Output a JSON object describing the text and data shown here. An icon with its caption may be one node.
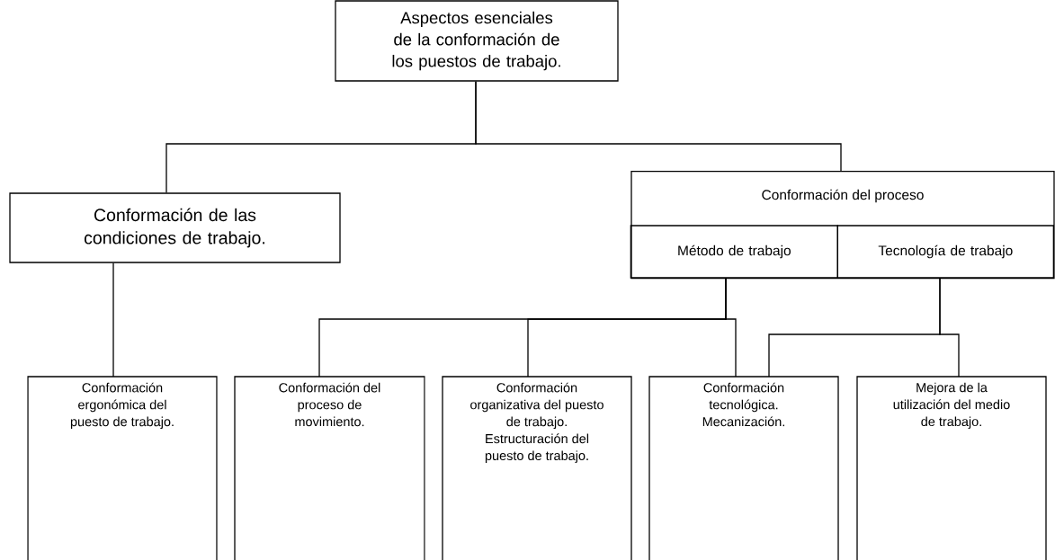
{
  "diagram": {
    "nodes": [
      {
        "text": [
          "Aspectos esenciales de la conformación de los puestos de trabajo."
        ]
      },
      {
        "text": [
          "Conformación de las condiciones de trabajo."
        ]
      },
      {
        "text": [
          "Conformación del proceso"
        ]
      },
      {
        "text": [
          "Método de trabajo"
        ],
        "in": 2
      },
      {
        "text": [
          "Tecnología de trabajo"
        ],
        "in": 2
      },
      {
        "text": [
          "Conformación ergonómica del puesto de trabajo."
        ]
      },
      {
        "text": [
          "Conformación del proceso de movimiento."
        ]
      },
      {
        "text": [
          "Conformación organizativa del puesto de trabajo. Estructuración del puesto de trabajo."
        ]
      },
      {
        "text": [
          "Conformación tecnológica. Mecanización."
        ]
      },
      {
        "text": [
          "Mejora de la utilización del medio de trabajo."
        ]
      }
    ],
    "edges": [
      {
        "from": 0,
        "to": 1,
        "arrow": "none"
      },
      {
        "from": 0,
        "to": 2,
        "arrow": "none"
      },
      {
        "from": 1,
        "to": 5,
        "arrow": "none"
      },
      {
        "from": 3,
        "to": 6,
        "arrow": "none"
      },
      {
        "from": 3,
        "to": 7,
        "arrow": "none"
      },
      {
        "from": 3,
        "to": 8,
        "arrow": "none"
      },
      {
        "from": 4,
        "to": 8,
        "arrow": "none"
      },
      {
        "from": 4,
        "to": 9,
        "arrow": "none"
      }
    ]
  }
}
